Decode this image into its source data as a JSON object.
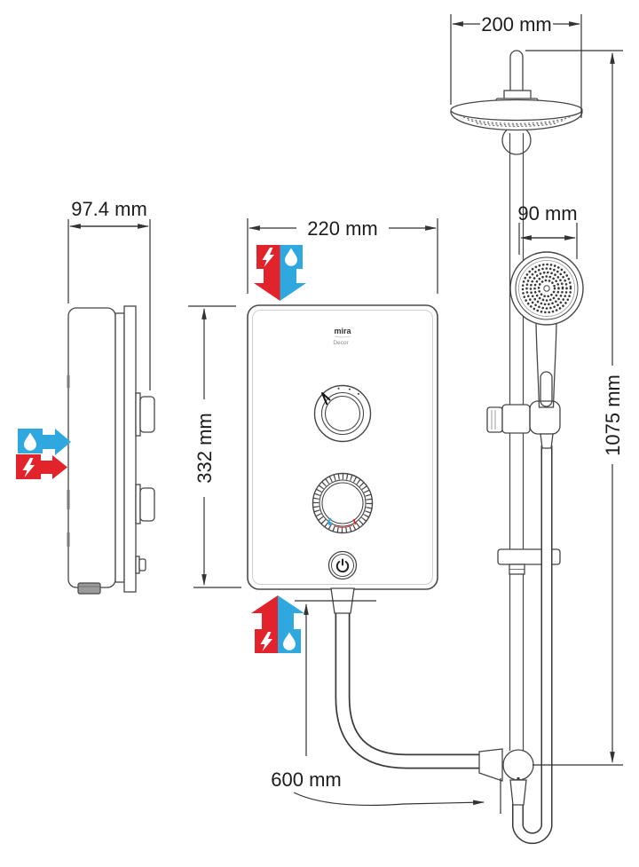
{
  "diagram": {
    "logo": {
      "brand": "mira",
      "model": "Decor"
    },
    "colors": {
      "electric_red": "#E2232B",
      "water_blue": "#2EA8DF"
    },
    "dimensions": {
      "overhead_head_width": "200 mm",
      "unit_depth": "97.4 mm",
      "unit_width": "220 mm",
      "unit_height": "332 mm",
      "handset_head_width": "90 mm",
      "rail_assembly_height": "1075 mm",
      "hose_length": "600 mm"
    }
  }
}
